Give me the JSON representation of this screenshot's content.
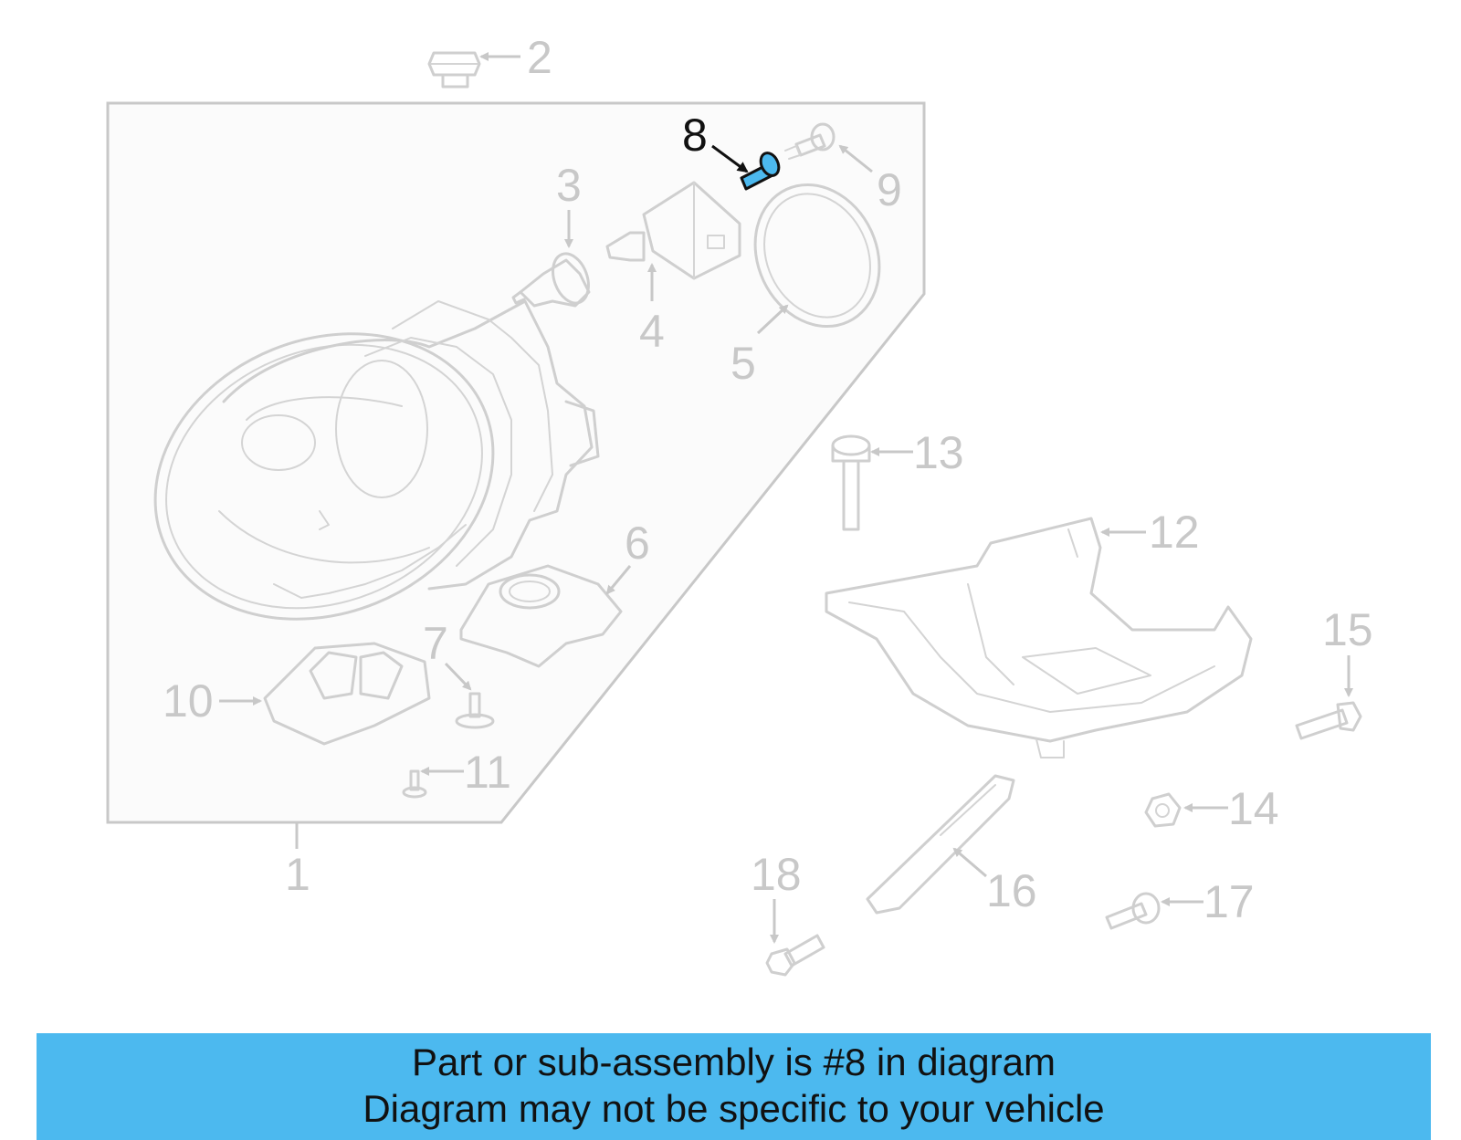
{
  "diagram": {
    "callouts": [
      "1",
      "2",
      "3",
      "4",
      "5",
      "6",
      "7",
      "8",
      "9",
      "10",
      "11",
      "12",
      "13",
      "14",
      "15",
      "16",
      "17",
      "18"
    ],
    "highlighted_part": "8",
    "highlight_color": "#4cb9ef",
    "callout_color": "#c8c8c8",
    "active_callout_color": "#111111"
  },
  "banner": {
    "line1": "Part or sub-assembly is #8 in diagram",
    "line2": "Diagram may not be specific to your vehicle",
    "background": "#4cb9ef"
  }
}
